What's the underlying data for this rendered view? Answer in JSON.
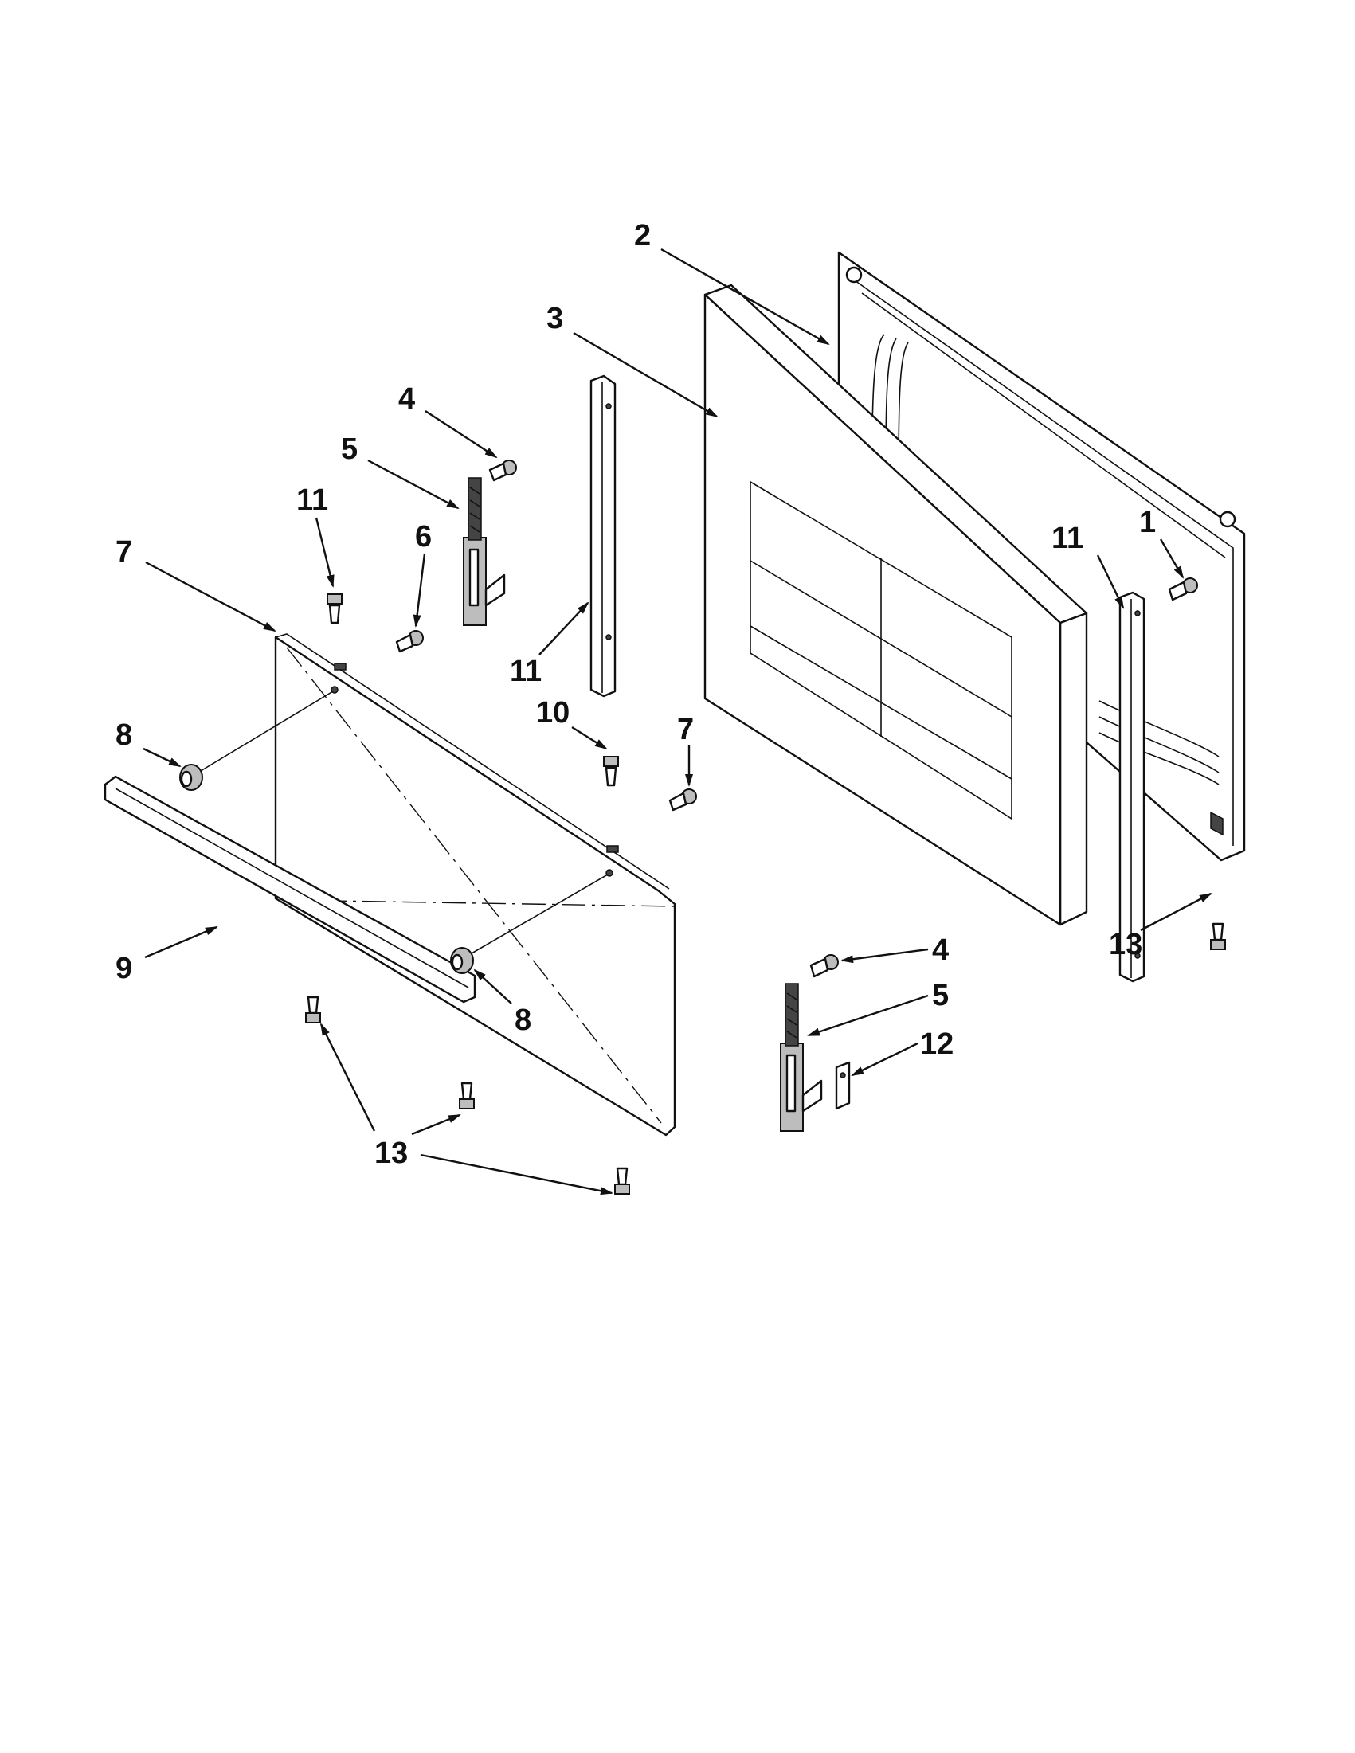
{
  "diagram": {
    "callouts": {
      "c1": "1",
      "c2": "2",
      "c3": "3",
      "c4a": "4",
      "c4b": "4",
      "c5a": "5",
      "c5b": "5",
      "c6": "6",
      "c7a": "7",
      "c7b": "7",
      "c8a": "8",
      "c8b": "8",
      "c9": "9",
      "c10": "10",
      "c11a": "11",
      "c11b": "11",
      "c11c": "11",
      "c12": "12",
      "c13a": "13",
      "c13b": "13"
    }
  }
}
